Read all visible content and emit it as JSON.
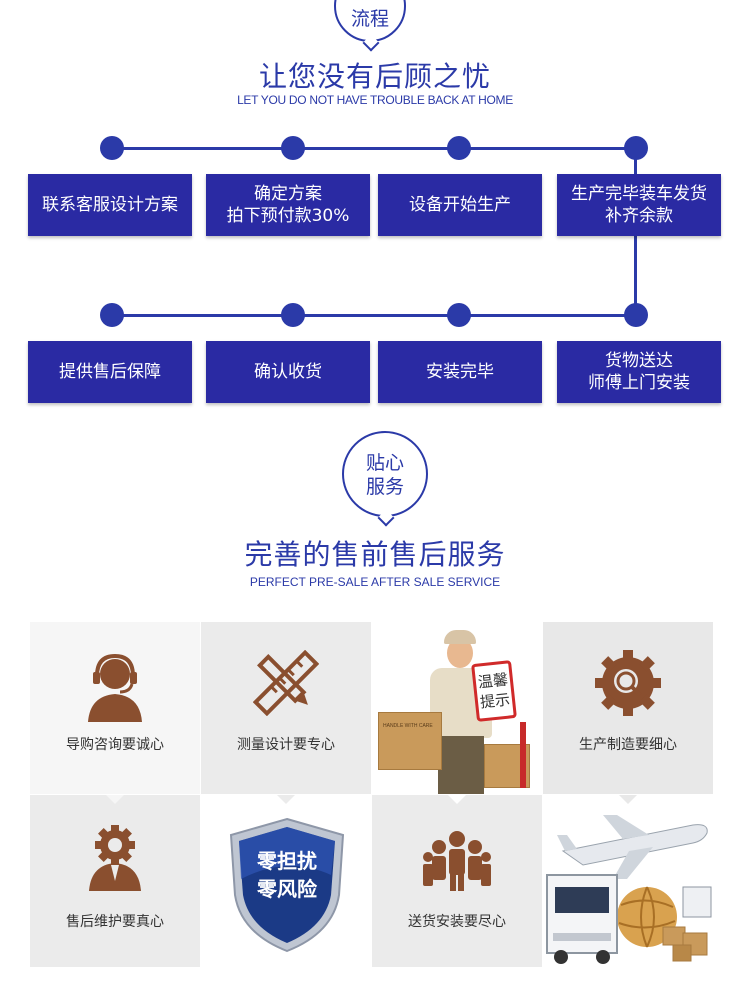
{
  "header": {
    "badge_text": "流程",
    "title": "让您没有后顾之忧",
    "subtitle": "LET YOU DO NOT HAVE TROUBLE BACK AT HOME"
  },
  "process": {
    "row1": [
      {
        "line1": "联系客服设计方案",
        "line2": ""
      },
      {
        "line1": "确定方案",
        "line2": "拍下预付款30%"
      },
      {
        "line1": "设备开始生产",
        "line2": ""
      },
      {
        "line1": "生产完毕装车发货",
        "line2": "补齐余款"
      }
    ],
    "row2": [
      {
        "line1": "提供售后保障",
        "line2": ""
      },
      {
        "line1": "确认收货",
        "line2": ""
      },
      {
        "line1": "安装完毕",
        "line2": ""
      },
      {
        "line1": "货物送达",
        "line2": "师傅上门安装"
      }
    ]
  },
  "service": {
    "badge_line1": "贴心",
    "badge_line2": "服务",
    "title": "完善的售前售后服务",
    "subtitle": "PERFECT PRE-SALE AFTER SALE SERVICE"
  },
  "grid": {
    "cells": [
      {
        "label": "导购咨询要诚心",
        "icon": "headset-agent-icon"
      },
      {
        "label": "测量设计要专心",
        "icon": "ruler-pencil-icon"
      },
      {
        "label": "",
        "icon": "delivery-man-photo"
      },
      {
        "label": "生产制造要细心",
        "icon": "gear-search-icon"
      },
      {
        "label": "售后维护要真心",
        "icon": "gear-person-icon"
      },
      {
        "label": "",
        "icon": "shield-icon"
      },
      {
        "label": "送货安装要尽心",
        "icon": "team-icon"
      },
      {
        "label": "",
        "icon": "logistics-photo"
      }
    ],
    "sign_line1": "温馨",
    "sign_line2": "提示",
    "shield_line1": "零担扰",
    "shield_line2": "零风险",
    "box_text": "HANDLE WITH CARE"
  },
  "colors": {
    "primary": "#2b3aa8",
    "step_bg": "#2a2aa3",
    "icon_brown": "#8a4f2f"
  }
}
